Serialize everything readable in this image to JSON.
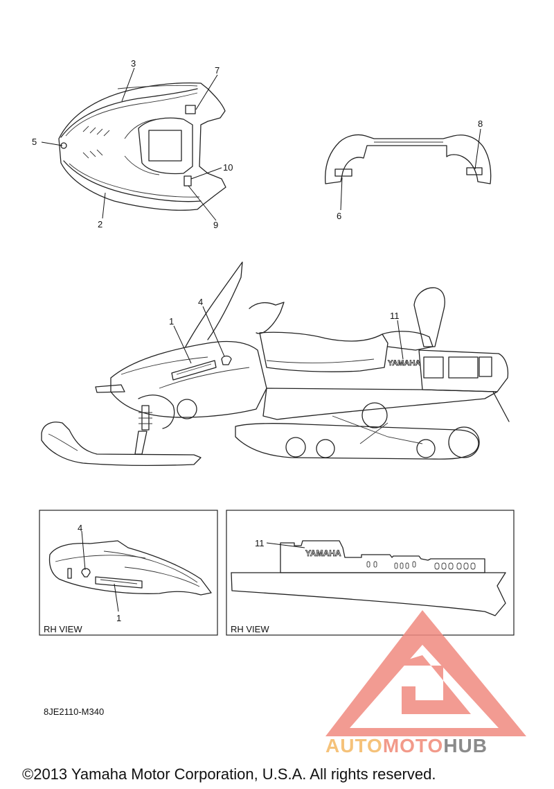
{
  "callouts": {
    "c1": "1",
    "c2": "2",
    "c3": "3",
    "c4": "4",
    "c5": "5",
    "c6": "6",
    "c7": "7",
    "c8": "8",
    "c9": "9",
    "c10": "10",
    "c11": "11",
    "c4_rh": "4",
    "c1_rh": "1",
    "c11_rh": "11"
  },
  "decal_text": {
    "yamaha_main": "YAMAHA",
    "yamaha_rh": "YAMAHA"
  },
  "panels": {
    "left_view_label": "RH VIEW",
    "right_view_label": "RH VIEW"
  },
  "diagram_code": "8JE2110-M340",
  "copyright": "©2013 Yamaha Motor Corporation, U.S.A. All rights reserved.",
  "watermark": {
    "auto": "AUTO",
    "moto": "MOTO",
    "hub": "HUB",
    "colors": {
      "auto": "#f5c27a",
      "moto": "#f29a8a",
      "hub": "#8a8a8a",
      "logo": "#f08a80"
    }
  }
}
